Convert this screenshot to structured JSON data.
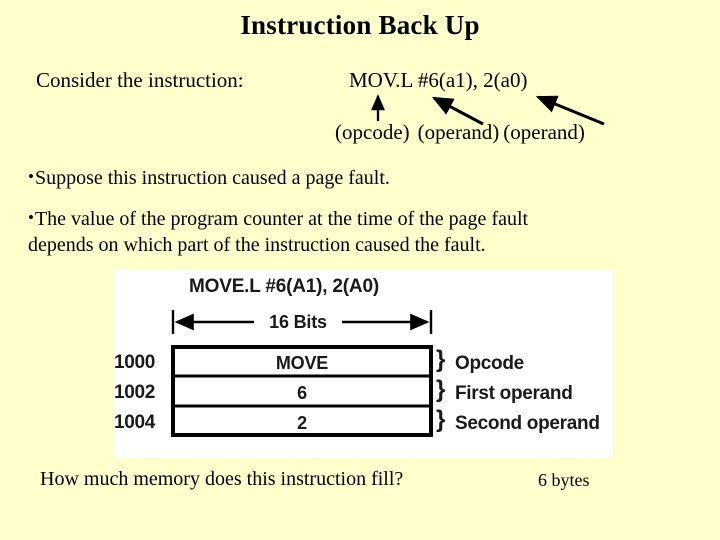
{
  "slide": {
    "background_color": "#ffffcc",
    "title": "Instruction Back Up"
  },
  "instruction_line": {
    "prompt": "Consider the instruction:",
    "code": "MOV.L #6(a1), 2(a0)",
    "annotations": {
      "opcode_label": "(opcode)",
      "first_operand_label": "(operand)",
      "second_operand_label": "(operand)"
    }
  },
  "bullets": [
    {
      "marker": "•",
      "text": "Suppose this instruction caused a page fault."
    },
    {
      "marker": "•",
      "line1": "The value of the program counter at the time of the page fault",
      "line2": "depends on which part of the instruction caused the fault."
    }
  ],
  "figure": {
    "title": "MOVE.L #6(A1), 2(A0)",
    "dimension_label": "16 Bits",
    "addresses": [
      "1000",
      "1002",
      "1004"
    ],
    "cells": [
      "MOVE",
      "6",
      "2"
    ],
    "row_labels": [
      "Opcode",
      "First operand",
      "Second operand"
    ],
    "brace_glyph": "}"
  },
  "footer": {
    "question": "How much memory does this instruction fill?",
    "answer": "6 bytes"
  }
}
